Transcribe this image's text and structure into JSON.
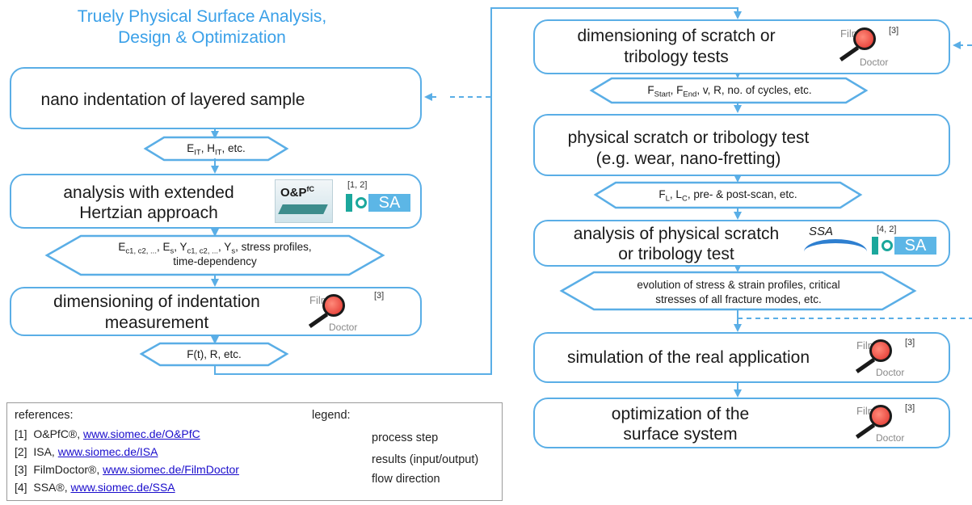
{
  "title": {
    "line1": "Truely Physical Surface Analysis,",
    "line2": "Design & Optimization"
  },
  "left_flow": {
    "step1": "nano indentation of layered sample",
    "result1": "E_IT, H_IT, etc.",
    "step2_line1": "analysis with extended",
    "step2_line2": "Hertzian approach",
    "step2_cite": "[1, 2]",
    "step2_logos": [
      "O&PfC",
      "ISA"
    ],
    "result2_line1": "E_c1, c2, ..., E_s, Y_c1, c2, ..., Y_s, stress profiles,",
    "result2_line2": "time-dependency",
    "step3_line1": "dimensioning of indentation",
    "step3_line2": "measurement",
    "step3_cite": "[3]",
    "result3": "F(t), R, etc."
  },
  "right_flow": {
    "step1_line1": "dimensioning of scratch or",
    "step1_line2": "tribology tests",
    "step1_cite": "[3]",
    "result1": "F_Start, F_End, v, R, no. of cycles, etc.",
    "step2_line1": "physical scratch or tribology test",
    "step2_line2": "(e.g. wear, nano-fretting)",
    "result2": "F_L, L_C, pre- & post-scan, etc.",
    "step3_line1": "analysis of physical scratch",
    "step3_line2": "or tribology test",
    "step3_cite": "[4, 2]",
    "step3_logos": [
      "SSA",
      "ISA"
    ],
    "result3_line1": "evolution of stress & strain profiles, critical",
    "result3_line2": "stresses of all fracture modes, etc.",
    "step4": "simulation of the real application",
    "step4_cite": "[3]",
    "step5_line1": "optimization of the",
    "step5_line2": "surface system",
    "step5_cite": "[3]"
  },
  "logo_text": {
    "film": "Film",
    "doctor": "Doctor",
    "ops": "O&P",
    "ops_sup": "fC",
    "isa": "SA",
    "ssa": "SSA"
  },
  "references": {
    "heading": "references:",
    "items": [
      {
        "num": "[1]",
        "name": "O&PfC®,",
        "link": "www.siomec.de/O&PfC"
      },
      {
        "num": "[2]",
        "name": "ISA,",
        "link": "www.siomec.de/ISA"
      },
      {
        "num": "[3]",
        "name": "FilmDoctor®,",
        "link": "www.siomec.de/FilmDoctor"
      },
      {
        "num": "[4]",
        "name": "SSA®,",
        "link": "www.siomec.de/SSA"
      }
    ]
  },
  "legend": {
    "heading": "legend:",
    "process": "process step",
    "results": "results (input/output)",
    "flow": "flow direction"
  },
  "colors": {
    "accent": "#5aaee6",
    "title": "#3aa0e8",
    "link": "#1a0dcc"
  }
}
